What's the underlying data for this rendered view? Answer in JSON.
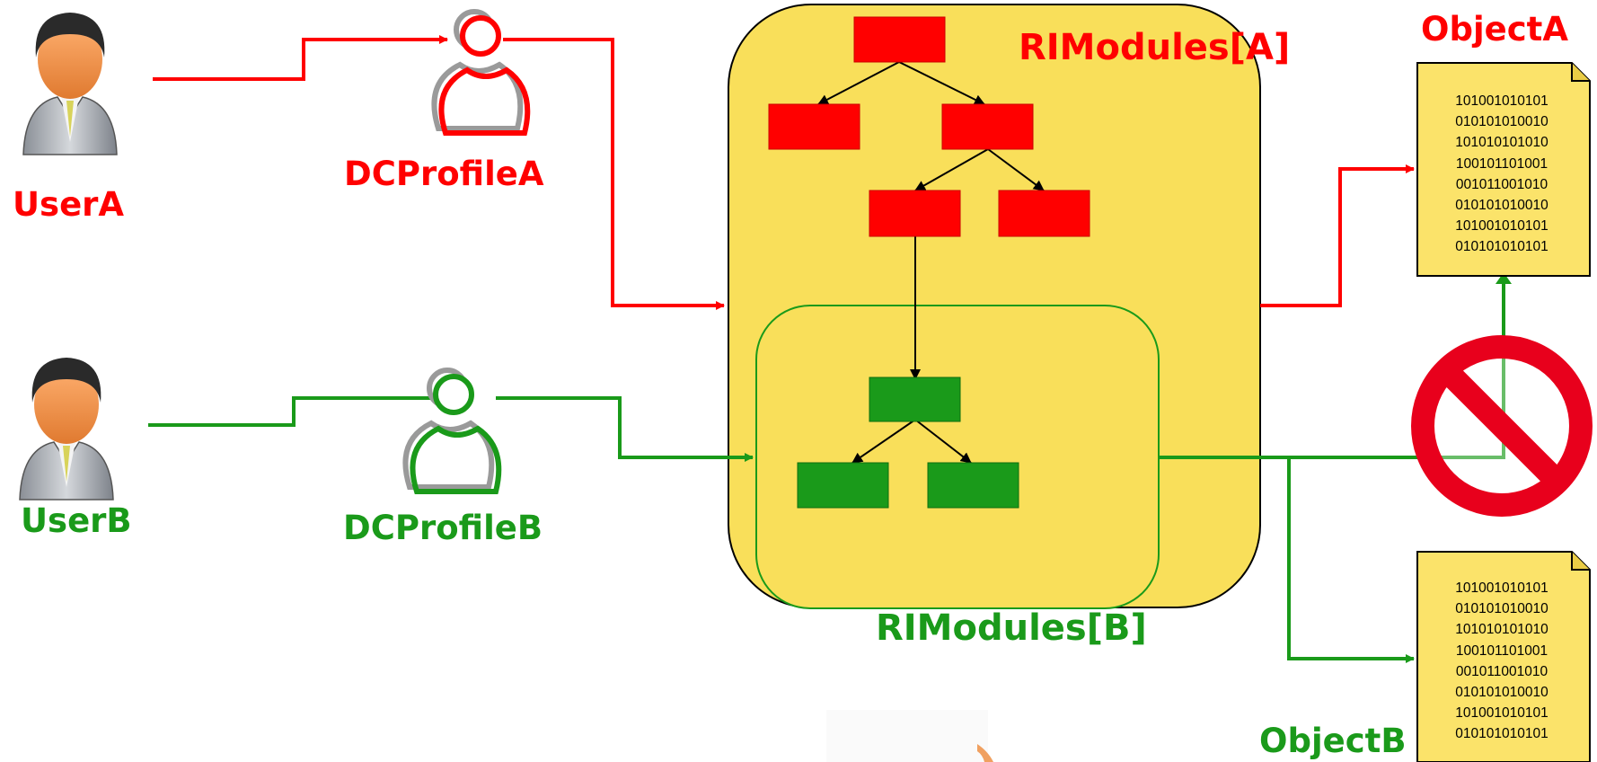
{
  "users": [
    {
      "label": "UserA",
      "color": "#ff0000"
    },
    {
      "label": "UserB",
      "color": "#1a9a1a"
    }
  ],
  "profiles": [
    {
      "label": "DCProfileA",
      "color": "#ff0000"
    },
    {
      "label": "DCProfileB",
      "color": "#1a9a1a"
    }
  ],
  "modules": {
    "a_label": "RIModules[A]",
    "b_label": "RIModules[B]"
  },
  "objects": {
    "a": {
      "label": "ObjectA",
      "lines": [
        "101001010101",
        "010101010010",
        "101010101010",
        "100101101001",
        "001011001010",
        "010101010010",
        "101001010101",
        "010101010101"
      ]
    },
    "b": {
      "label": "ObjectB",
      "lines": [
        "101001010101",
        "010101010010",
        "101010101010",
        "100101101001",
        "001011001010",
        "010101010010",
        "101001010101",
        "010101010101"
      ]
    }
  },
  "colors": {
    "red": "#ff0000",
    "green": "#1a9a1a",
    "module_fill": "#f9df5a",
    "document_fill": "#fbe36a",
    "deny": "#e8001c"
  },
  "icons": [
    "user-icon",
    "profile-icon",
    "document-icon",
    "deny-icon"
  ]
}
